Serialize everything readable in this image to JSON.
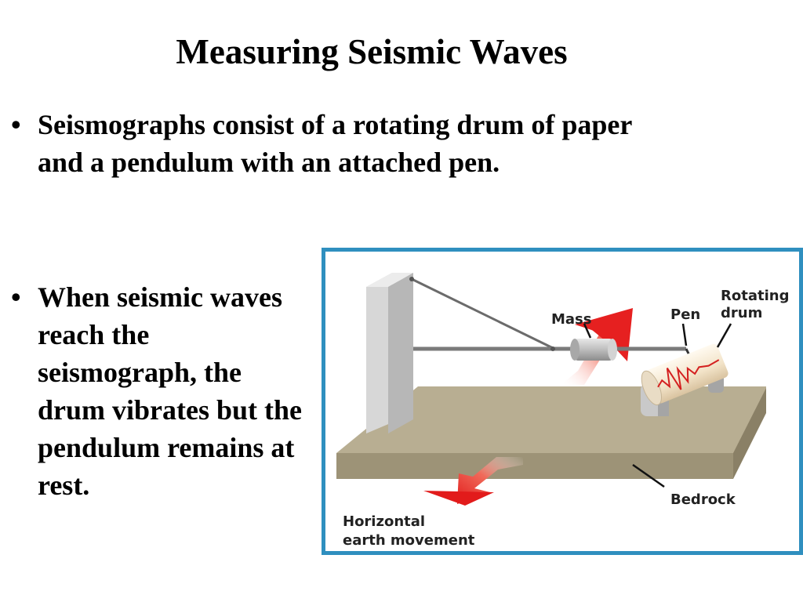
{
  "slide": {
    "title": "Measuring Seismic Waves",
    "bullets": [
      {
        "marker": "•",
        "text": "Seismographs consist of a rotating drum of paper and a pendulum with an attached pen."
      },
      {
        "marker": "•",
        "text": "When seismic waves reach the seismograph, the drum vibrates but the pendulum remains at rest."
      }
    ]
  },
  "figure": {
    "labels": {
      "mass": "Mass",
      "pen": "Pen",
      "drum_line1": "Rotating",
      "drum_line2": "drum",
      "bedrock": "Bedrock",
      "movement_line1": "Horizontal",
      "movement_line2": "earth movement"
    },
    "colors": {
      "frame": "#2f8fbf",
      "bedrock": "#b3a98e",
      "arrow": "#e62020",
      "trace": "#d42020"
    }
  }
}
